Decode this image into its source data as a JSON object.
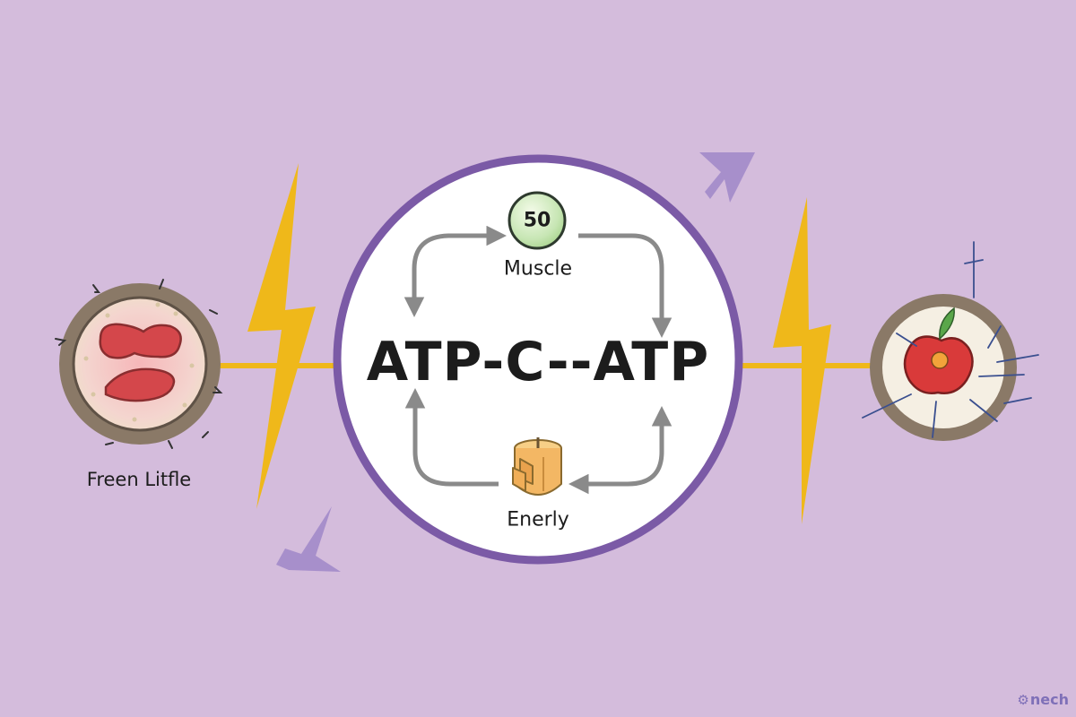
{
  "hub": {
    "title": "ATP-C--ATP"
  },
  "top_node": {
    "badge_number": "50",
    "label": "Muscle"
  },
  "bottom_node": {
    "label": "Enerly"
  },
  "left_node": {
    "label": "Freen Litfle"
  },
  "watermark": {
    "text": "nech"
  },
  "colors": {
    "background": "#d4bcdc",
    "ring": "#7b5aa6",
    "bolt": "#efb81a",
    "arrow": "#8a8a8a",
    "cell_rim": "#8a7967",
    "muscle_red": "#d4474b",
    "accent_arrow": "#9b83c7"
  },
  "icons": {
    "badge": "green-circle-badge-icon",
    "energy": "orange-cylinder-icon",
    "left_cell": "muscle-tissue-cell-icon",
    "right_cell": "apple-cell-icon",
    "bolts": "lightning-bolt-icon"
  }
}
